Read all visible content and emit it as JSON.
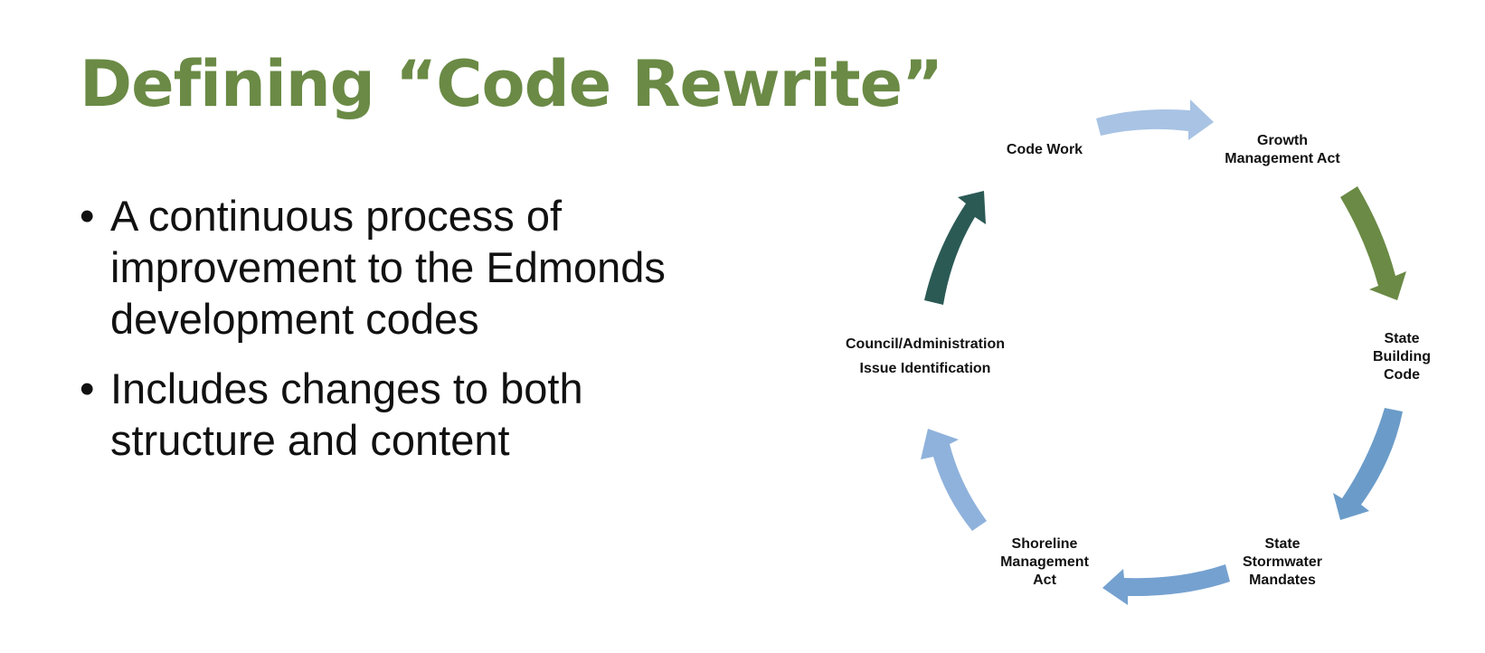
{
  "slide": {
    "title": "Defining “Code Rewrite”",
    "bullet_char": "•",
    "bullets": [
      "A continuous process of improvement to the Edmonds development codes",
      "Includes changes to both structure and content"
    ]
  },
  "cycle": {
    "nodes": [
      {
        "id": "code-work",
        "lines": [
          "Code Work"
        ]
      },
      {
        "id": "growth-management-act",
        "lines": [
          "Growth",
          "Management Act"
        ]
      },
      {
        "id": "state-building-code",
        "lines": [
          "State",
          "Building",
          "Code"
        ]
      },
      {
        "id": "state-stormwater-mandates",
        "lines": [
          "State",
          "Stormwater",
          "Mandates"
        ]
      },
      {
        "id": "shoreline-management-act",
        "lines": [
          "Shoreline",
          "Management",
          "Act"
        ]
      },
      {
        "id": "council-administration-issue-identification",
        "lines": [
          "Council/Administration",
          "Issue Identification"
        ]
      }
    ],
    "arrow_colors": [
      "#a8c3e4",
      "#6a8a45",
      "#6b9cc9",
      "#75a1d0",
      "#8fb2dc",
      "#2b5a55"
    ]
  },
  "colors": {
    "title": "#6a8a45",
    "text": "#111111",
    "background": "#ffffff"
  }
}
